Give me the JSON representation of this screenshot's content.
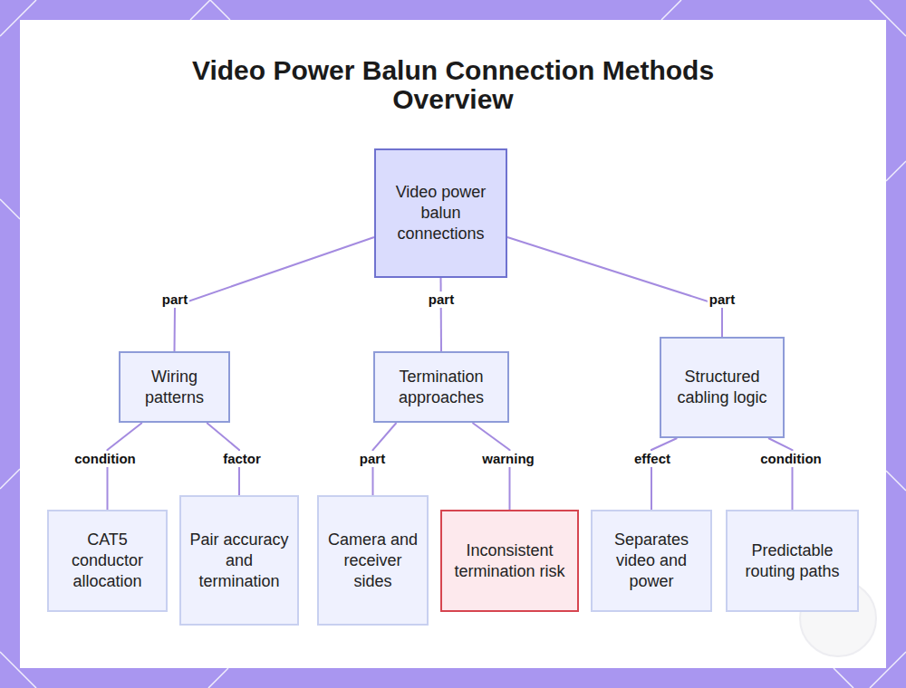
{
  "diagram": {
    "title": "Video Power Balun Connection Methods Overview",
    "nodes": [
      {
        "text": [
          "Video power balun connections"
        ]
      },
      {
        "text": [
          "Wiring patterns"
        ]
      },
      {
        "text": [
          "Termination approaches"
        ]
      },
      {
        "text": [
          "Structured cabling logic"
        ]
      },
      {
        "text": [
          "CAT5 conductor allocation"
        ]
      },
      {
        "text": [
          "Pair accuracy and termination"
        ]
      },
      {
        "text": [
          "Camera and receiver sides"
        ]
      },
      {
        "text": [
          "Inconsistent termination risk"
        ]
      },
      {
        "text": [
          "Separates video and power"
        ]
      },
      {
        "text": [
          "Predictable routing paths"
        ]
      }
    ],
    "edges": [
      {
        "from": 0,
        "to": 1,
        "label": "part",
        "arrow": "none"
      },
      {
        "from": 0,
        "to": 2,
        "label": "part",
        "arrow": "none"
      },
      {
        "from": 0,
        "to": 3,
        "label": "part",
        "arrow": "none"
      },
      {
        "from": 1,
        "to": 4,
        "label": "condition",
        "arrow": "none"
      },
      {
        "from": 1,
        "to": 5,
        "label": "factor",
        "arrow": "none"
      },
      {
        "from": 2,
        "to": 6,
        "label": "part",
        "arrow": "none"
      },
      {
        "from": 2,
        "to": 7,
        "label": "warning",
        "arrow": "none"
      },
      {
        "from": 3,
        "to": 8,
        "label": "effect",
        "arrow": "none"
      },
      {
        "from": 3,
        "to": 9,
        "label": "condition",
        "arrow": "none"
      }
    ]
  }
}
